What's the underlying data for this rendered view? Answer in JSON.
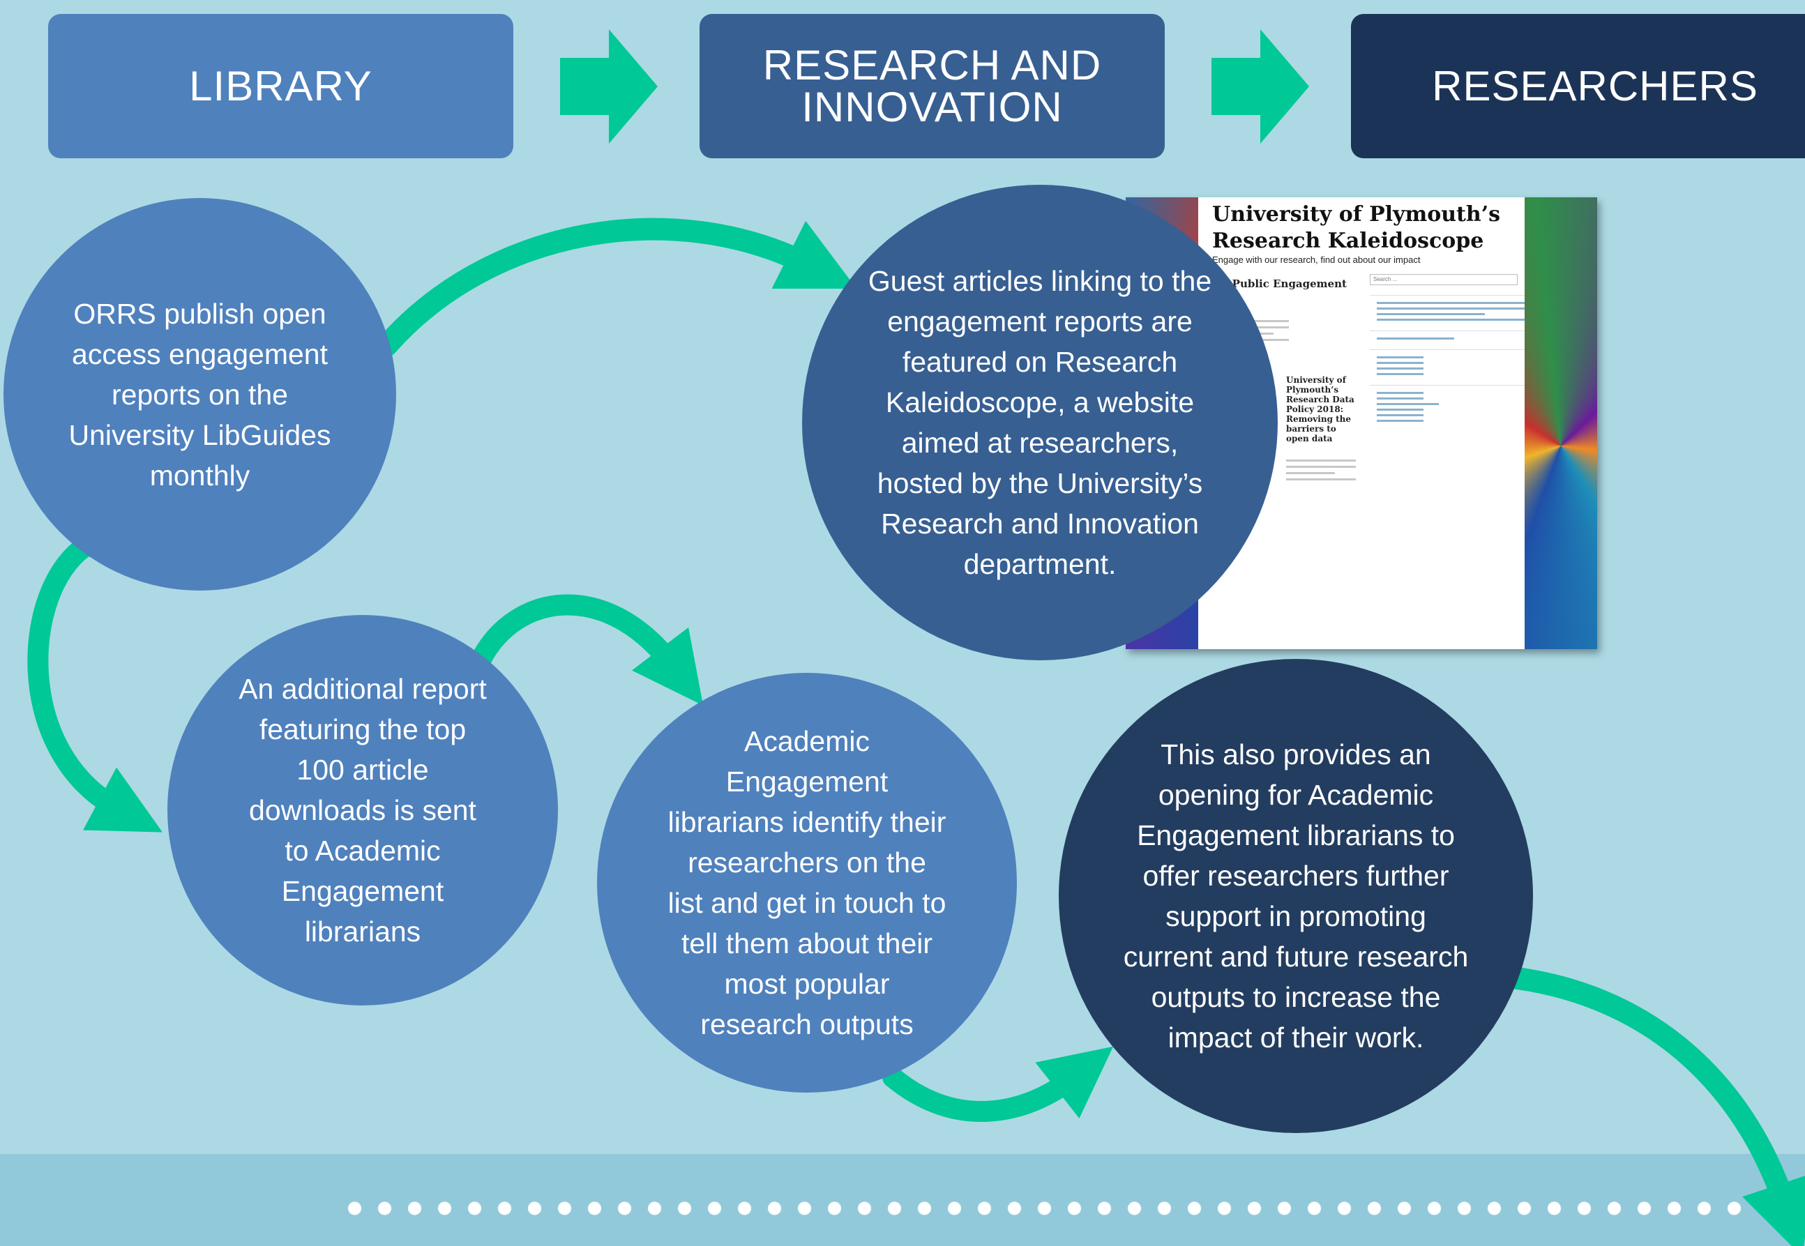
{
  "header": {
    "step1": "LIBRARY",
    "step2": "RESEARCH AND\nINNOVATION",
    "step3": "RESEARCHERS"
  },
  "circles": {
    "orrs": "ORRS publish open access engagement reports on the University LibGuides monthly",
    "additional_report": "An additional report featuring the top 100 article downloads is sent to Academic Engagement librarians",
    "academic_engagement": "Academic Engagement librarians identify their researchers on the list and get in touch to tell them about their most popular research outputs",
    "guest_articles": "Guest articles linking to the engagement reports are featured on Research Kaleidoscope, a website aimed at researchers, hosted by the University’s Research and Innovation department.",
    "opening": "This also provides an opening for Academic Engagement librarians to offer researchers further support in promoting current and future research outputs to increase the impact of their work."
  },
  "website": {
    "title": "University of Plymouth’s Research Kaleidoscope",
    "tagline": "Engage with our research, find out about our impact",
    "post_heading": "In: Public Engagement with",
    "post2": "University of Plymouth’s Research Data Policy 2018: Removing the barriers to open data",
    "search_placeholder": "Search ..."
  },
  "colors": {
    "background": "#acd9e4",
    "library": "#4f81bd",
    "research_innovation": "#375f92",
    "researchers": "#1b3356",
    "arrow": "#00c896"
  },
  "icons": [
    "right-arrow-icon",
    "curved-arrow-icon"
  ]
}
